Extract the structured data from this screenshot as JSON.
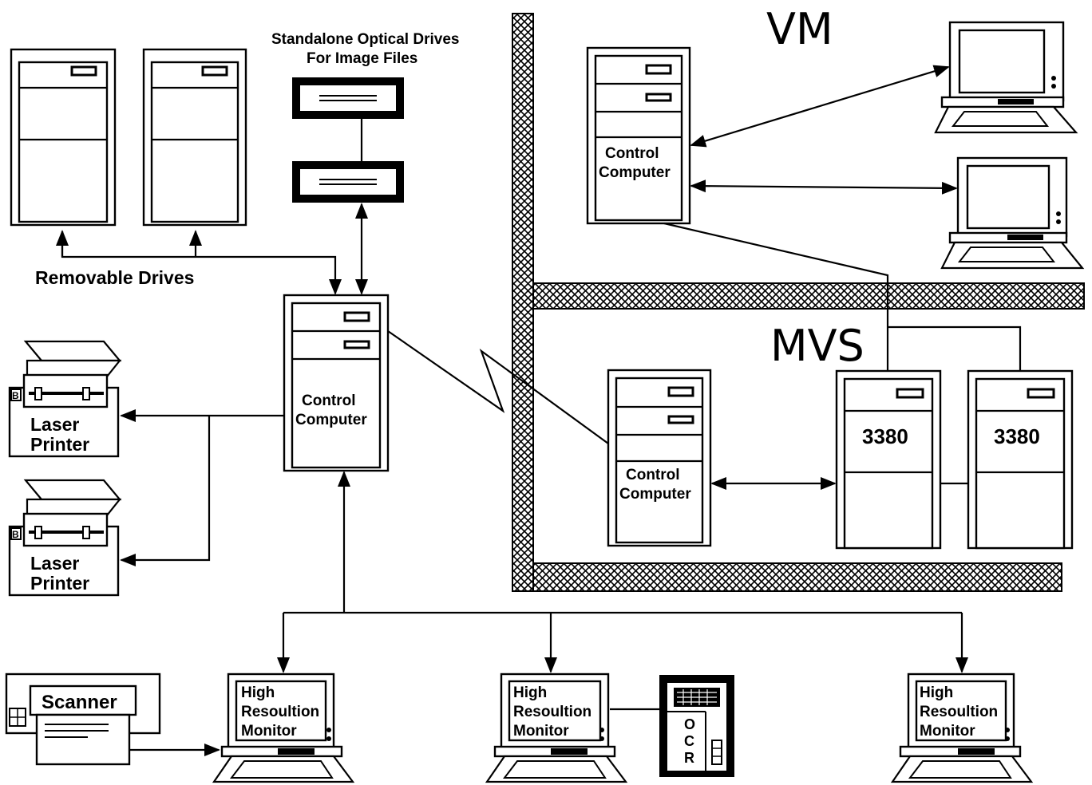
{
  "regions": {
    "vm": "VM",
    "mvs": "MVS"
  },
  "optical": {
    "caption_line1": "Standalone Optical Drives",
    "caption_line2": "For Image Files"
  },
  "removable": {
    "label": "Removable Drives"
  },
  "main_computer": {
    "line1": "Control",
    "line2": "Computer"
  },
  "vm_computer": {
    "line1": "Control",
    "line2": "Computer"
  },
  "mvs_computer": {
    "line1": "Control",
    "line2": "Computer"
  },
  "dasd": {
    "unit1": "3380",
    "unit2": "3380"
  },
  "printer1": {
    "line1": "Laser",
    "line2": "Printer",
    "tag": "B"
  },
  "printer2": {
    "line1": "Laser",
    "line2": "Printer",
    "tag": "B"
  },
  "scanner": {
    "label": "Scanner"
  },
  "monitors": [
    {
      "line1": "High",
      "line2": "Resoultion",
      "line3": "Monitor"
    },
    {
      "line1": "High",
      "line2": "Resoultion",
      "line3": "Monitor"
    },
    {
      "line1": "High",
      "line2": "Resoultion",
      "line3": "Monitor"
    }
  ],
  "ocr": {
    "letters": [
      "O",
      "C",
      "R"
    ]
  },
  "colors": {
    "ink": "#000000",
    "paper": "#ffffff"
  }
}
